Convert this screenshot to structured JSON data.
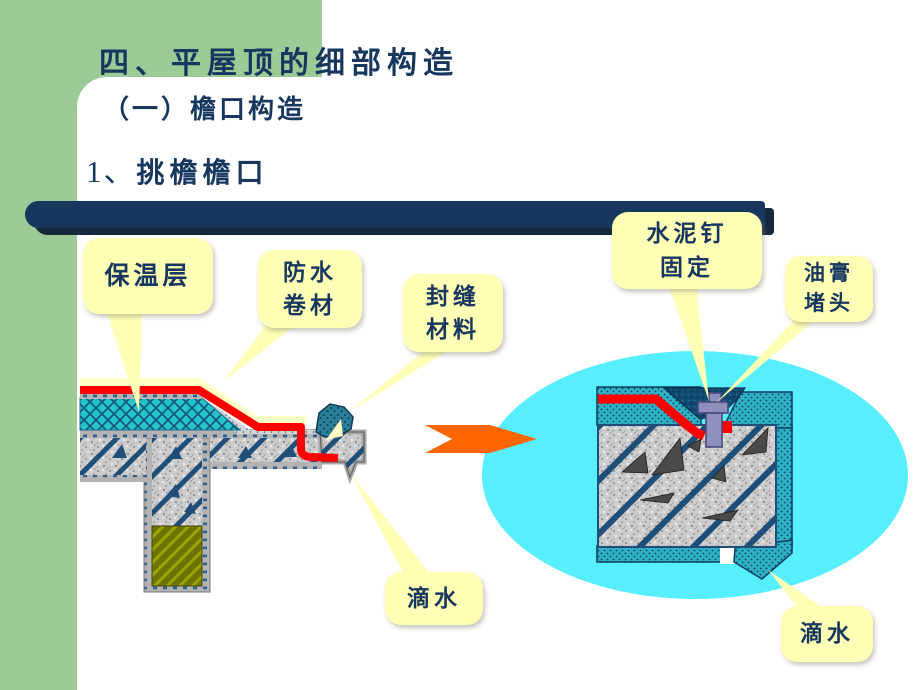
{
  "slide": {
    "title": "四、平屋顶的细部构造",
    "subtitle": "（一）檐口构造",
    "item_number": "1、",
    "item_title": "挑檐檐口"
  },
  "callouts": {
    "insulation": {
      "line1": "保温层"
    },
    "waterproof": {
      "line1": "防水",
      "line2": "卷材"
    },
    "seal": {
      "line1": "封缝",
      "line2": "材料"
    },
    "cement_nail": {
      "line1": "水泥钉",
      "line2": "固定"
    },
    "putty_plug": {
      "line1": "油膏",
      "line2": "堵头"
    },
    "drip_left": {
      "line1": "滴水"
    },
    "drip_right": {
      "line1": "滴水"
    }
  },
  "colors": {
    "title_navy": "#17375E",
    "sidebar_green": "#9CCB98",
    "divider_navy": "#17375E",
    "callout_yellow": "#FFFFB5",
    "ellipse_cyan": "#57EFFF",
    "arrow_orange": "#FF6600",
    "membrane_red": "#FF0000",
    "insulation_teal": "#23C5CB",
    "protective_yellow": "#FFFFC6",
    "mortar_teal": "#2EB2C6",
    "putty_navy": "#114A70",
    "nail_purple": "#8F8FBE",
    "brick_olive": "#6E7400",
    "concrete_gray": "#CCCCCC",
    "rebar_navy": "#1F4E79"
  }
}
